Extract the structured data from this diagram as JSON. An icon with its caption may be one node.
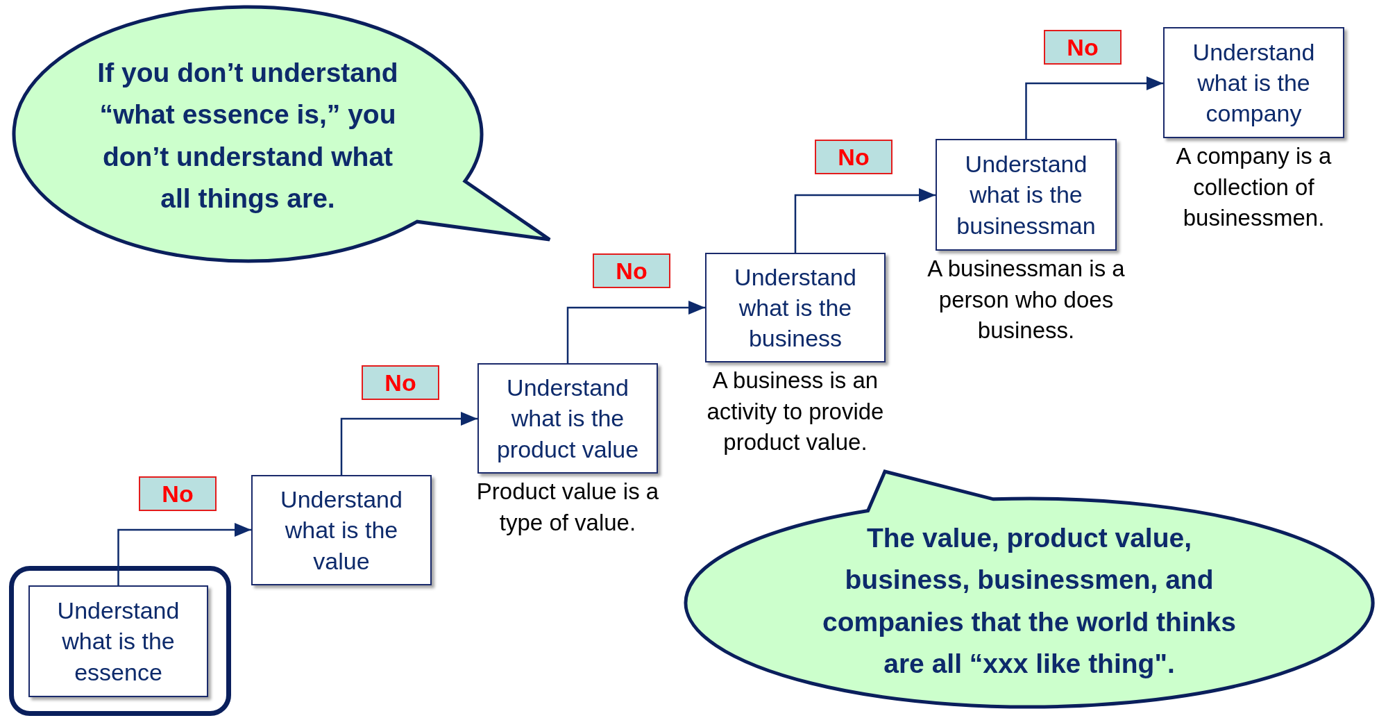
{
  "diagram": {
    "nodes": [
      {
        "text": [
          "Understand what is the essence"
        ]
      },
      {
        "text": [
          "Understand what is the value"
        ]
      },
      {
        "text": [
          "Understand what is the product value"
        ],
        "beside": [
          "Product value is a type of value."
        ]
      },
      {
        "text": [
          "Understand what is the business"
        ],
        "beside": [
          "A business is an activity to provide product value."
        ]
      },
      {
        "text": [
          "Understand what is the businessman"
        ],
        "beside": [
          "A businessman is a person who does business."
        ]
      },
      {
        "text": [
          "Understand what is the company"
        ],
        "beside": [
          "A company is a collection of businessmen."
        ]
      },
      {
        "text": [
          "If you don’t understand “what essence is,” you don’t understand what all things are."
        ]
      },
      {
        "text": [
          "The value, product value, business, businessmen, and companies that the world thinks are all “xxx like thing\"."
        ]
      }
    ],
    "edges": [
      {
        "from": 0,
        "to": 1,
        "arrow": "to",
        "label": "No"
      },
      {
        "from": 1,
        "to": 2,
        "arrow": "to",
        "label": "No"
      },
      {
        "from": 2,
        "to": 3,
        "arrow": "to",
        "label": "No"
      },
      {
        "from": 3,
        "to": 4,
        "arrow": "to",
        "label": "No"
      },
      {
        "from": 4,
        "to": 5,
        "arrow": "to",
        "label": "No"
      }
    ]
  }
}
